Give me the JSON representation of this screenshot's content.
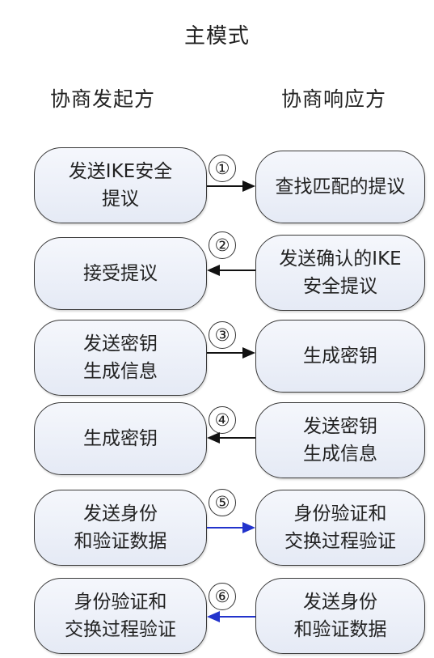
{
  "title": "主模式",
  "initiator_heading": "协商发起方",
  "responder_heading": "协商响应方",
  "steps": [
    {
      "num": "①",
      "initiator": "发送IKE安全\n提议",
      "responder": "查找匹配的提议",
      "direction": "right",
      "arrow_color": "#111111"
    },
    {
      "num": "②",
      "initiator": "接受提议",
      "responder": "发送确认的IKE\n安全提议",
      "direction": "left",
      "arrow_color": "#111111"
    },
    {
      "num": "③",
      "initiator": "发送密钥\n生成信息",
      "responder": "生成密钥",
      "direction": "right",
      "arrow_color": "#111111"
    },
    {
      "num": "④",
      "initiator": "生成密钥",
      "responder": "发送密钥\n生成信息",
      "direction": "left",
      "arrow_color": "#111111"
    },
    {
      "num": "⑤",
      "initiator": "发送身份\n和验证数据",
      "responder": "身份验证和\n交换过程验证",
      "direction": "right",
      "arrow_color": "#2233cc"
    },
    {
      "num": "⑥",
      "initiator": "身份验证和\n交换过程验证",
      "responder": "发送身份\n和验证数据",
      "direction": "left",
      "arrow_color": "#2233cc"
    }
  ]
}
